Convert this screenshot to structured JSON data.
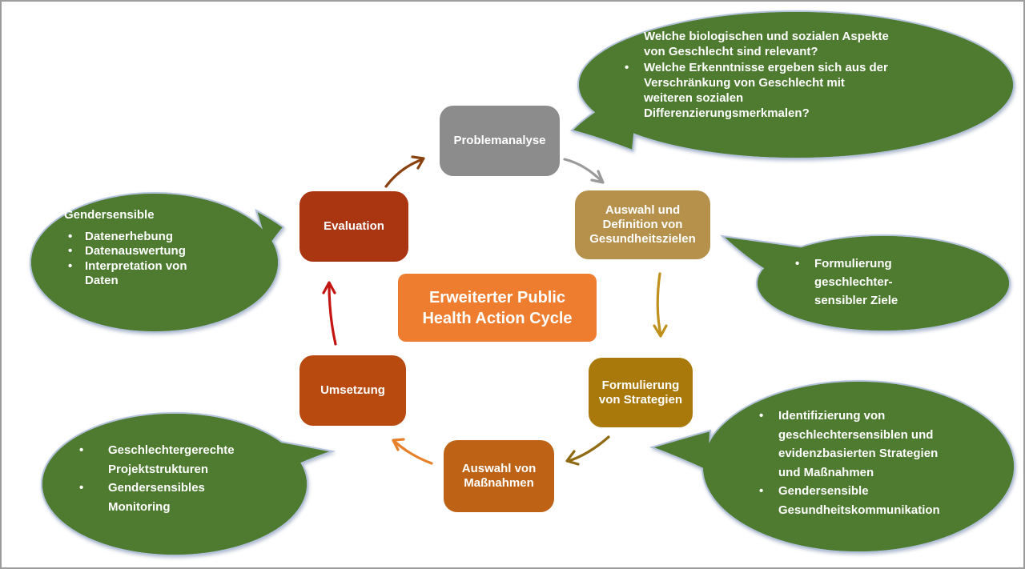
{
  "diagram": {
    "title": "Erweiterter Public Health Action Cycle",
    "center": {
      "label": "Erweiterter Public\nHealth Action Cycle"
    },
    "nodes": [
      {
        "id": "problemanalyse",
        "label": "Problemanalyse",
        "color": "#8C8C8C"
      },
      {
        "id": "ziele",
        "label": "Auswahl und\nDefinition von\nGesundheitszielen",
        "color": "#B6914B"
      },
      {
        "id": "strategien",
        "label": "Formulierung\nvon Strategien",
        "color": "#A9790B"
      },
      {
        "id": "massnahmen",
        "label": "Auswahl von\nMaßnahmen",
        "color": "#BE6315"
      },
      {
        "id": "umsetzung",
        "label": "Umsetzung",
        "color": "#B84A10"
      },
      {
        "id": "evaluation",
        "label": "Evaluation",
        "color": "#A93511"
      }
    ],
    "bubbles": [
      {
        "id": "problemanalyse-callout",
        "items": [
          "Welche biologischen und sozialen Aspekte\nvon Geschlecht sind relevant?",
          "Welche Erkenntnisse ergeben sich aus der\nVerschränkung von Geschlecht mit\nweiteren sozialen\nDifferenzierungsmerkmalen?"
        ]
      },
      {
        "id": "ziele-callout",
        "items": [
          "Formulierung\ngeschlechter-\nsensibler Ziele"
        ]
      },
      {
        "id": "strategien-callout",
        "items": [
          "Identifizierung von\ngeschlechtersensiblen und\nevidenzbasierten Strategien\nund Maßnahmen",
          "Gendersensible\nGesundheitskommunikation"
        ]
      },
      {
        "id": "umsetzung-callout",
        "items": [
          "Geschlechtergerechte\nProjektstrukturen",
          "Gendersensibles\nMonitoring"
        ]
      },
      {
        "id": "evaluation-callout",
        "heading": "Gendersensible",
        "items": [
          "Datenerhebung",
          "Datenauswertung",
          "Interpretation von\nDaten"
        ]
      }
    ],
    "colors": {
      "bubble_fill": "#4E7B2F",
      "bubble_border": "#B3C1DA",
      "center_fill": "#EE7D2F",
      "node_problemanalyse": "#8C8C8C",
      "node_ziele": "#B6914B",
      "node_strategien": "#A9790B",
      "node_massnahmen": "#BE6315",
      "node_umsetzung": "#B84A10",
      "node_evaluation": "#A93511",
      "arrow_evaluation_to_problemanalyse": "#8A4110",
      "arrow_problemanalyse_to_ziele": "#9A9A9A",
      "arrow_ziele_to_strategien": "#C0901C",
      "arrow_strategien_to_massnahmen": "#8F6A12",
      "arrow_massnahmen_to_umsetzung": "#E6812A",
      "arrow_umsetzung_to_evaluation": "#C41512"
    }
  }
}
